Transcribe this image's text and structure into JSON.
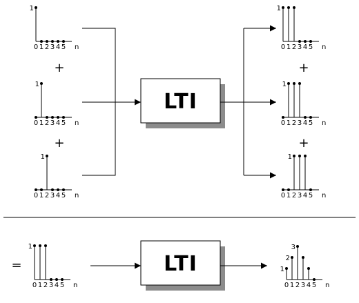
{
  "system": {
    "label": "LTI"
  },
  "operators": {
    "plus": "+",
    "equals": "="
  },
  "axis": {
    "ticks": [
      "0",
      "1",
      "2",
      "3",
      "4",
      "5"
    ],
    "var": "n"
  },
  "signals": {
    "in1": {
      "values": [
        1,
        0,
        0,
        0,
        0,
        0
      ],
      "labels": {
        "0": "1"
      }
    },
    "in2": {
      "values": [
        0,
        1,
        0,
        0,
        0,
        0
      ],
      "labels": {
        "1": "1"
      }
    },
    "in3": {
      "values": [
        0,
        0,
        1,
        0,
        0,
        0
      ],
      "labels": {
        "2": "1"
      }
    },
    "out1": {
      "values": [
        1,
        1,
        1,
        0,
        0,
        0
      ],
      "labels": {
        "0": "1"
      }
    },
    "out2": {
      "values": [
        0,
        1,
        1,
        1,
        0,
        0
      ],
      "labels": {
        "1": "1"
      }
    },
    "out3": {
      "values": [
        0,
        0,
        1,
        1,
        1,
        0
      ],
      "labels": {
        "2": "1"
      }
    },
    "sumIn": {
      "values": [
        1,
        1,
        1,
        0,
        0,
        0
      ],
      "labels": {
        "0": "1"
      }
    },
    "sumOut": {
      "values": [
        1,
        2,
        3,
        2,
        1,
        0
      ],
      "labels": {
        "0": "1",
        "1": "2",
        "2": "3"
      }
    }
  }
}
